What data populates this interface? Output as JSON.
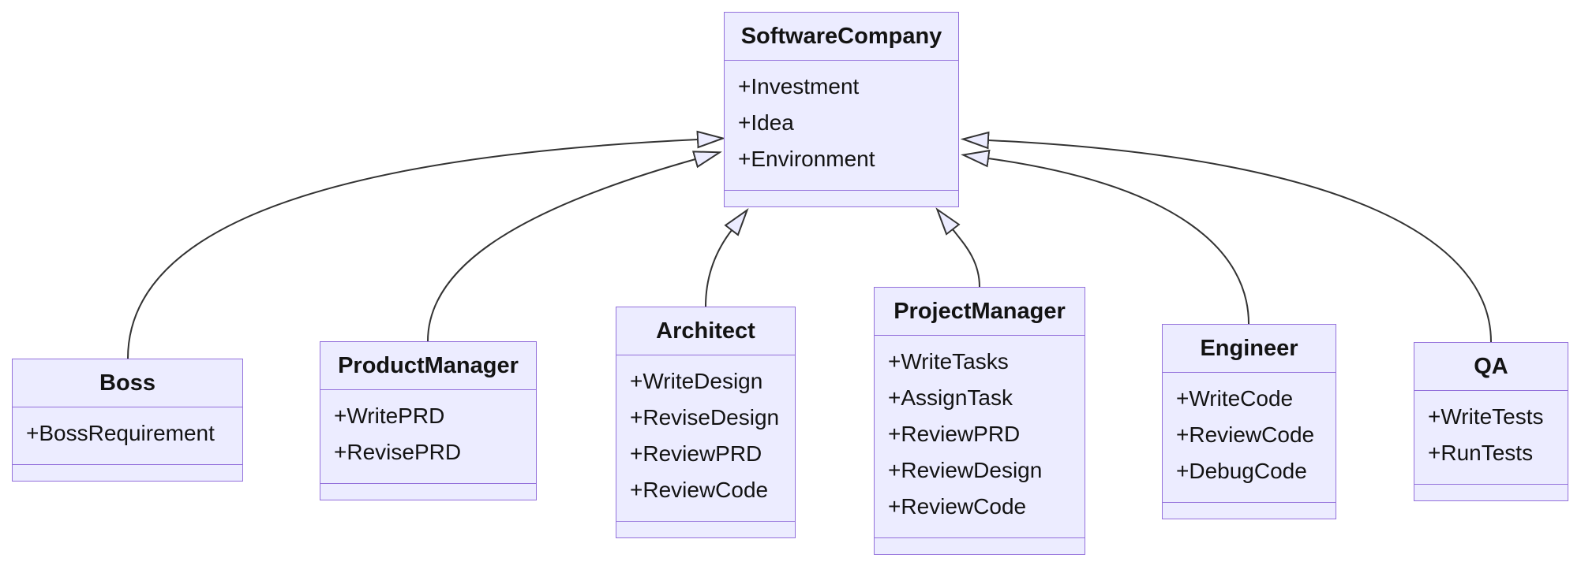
{
  "diagram": {
    "type": "uml-class-diagram",
    "classes": [
      {
        "name": "SoftwareCompany",
        "members": [
          "+Investment",
          "+Idea",
          "+Environment"
        ],
        "methods": []
      },
      {
        "name": "Boss",
        "members": [
          "+BossRequirement"
        ],
        "methods": []
      },
      {
        "name": "ProductManager",
        "members": [
          "+WritePRD",
          "+RevisePRD"
        ],
        "methods": []
      },
      {
        "name": "Architect",
        "members": [
          "+WriteDesign",
          "+ReviseDesign",
          "+ReviewPRD",
          "+ReviewCode"
        ],
        "methods": []
      },
      {
        "name": "ProjectManager",
        "members": [
          "+WriteTasks",
          "+AssignTask",
          "+ReviewPRD",
          "+ReviewDesign",
          "+ReviewCode"
        ],
        "methods": []
      },
      {
        "name": "Engineer",
        "members": [
          "+WriteCode",
          "+ReviewCode",
          "+DebugCode"
        ],
        "methods": []
      },
      {
        "name": "QA",
        "members": [
          "+WriteTests",
          "+RunTests"
        ],
        "methods": []
      }
    ],
    "relations": [
      {
        "from": "Boss",
        "to": "SoftwareCompany",
        "type": "inheritance"
      },
      {
        "from": "ProductManager",
        "to": "SoftwareCompany",
        "type": "inheritance"
      },
      {
        "from": "Architect",
        "to": "SoftwareCompany",
        "type": "inheritance"
      },
      {
        "from": "ProjectManager",
        "to": "SoftwareCompany",
        "type": "inheritance"
      },
      {
        "from": "Engineer",
        "to": "SoftwareCompany",
        "type": "inheritance"
      },
      {
        "from": "QA",
        "to": "SoftwareCompany",
        "type": "inheritance"
      }
    ],
    "colors": {
      "node_fill": "#ECECFF",
      "node_border": "#9370DB",
      "edge_line": "#333333",
      "text": "#131313",
      "background": "#ffffff"
    }
  }
}
